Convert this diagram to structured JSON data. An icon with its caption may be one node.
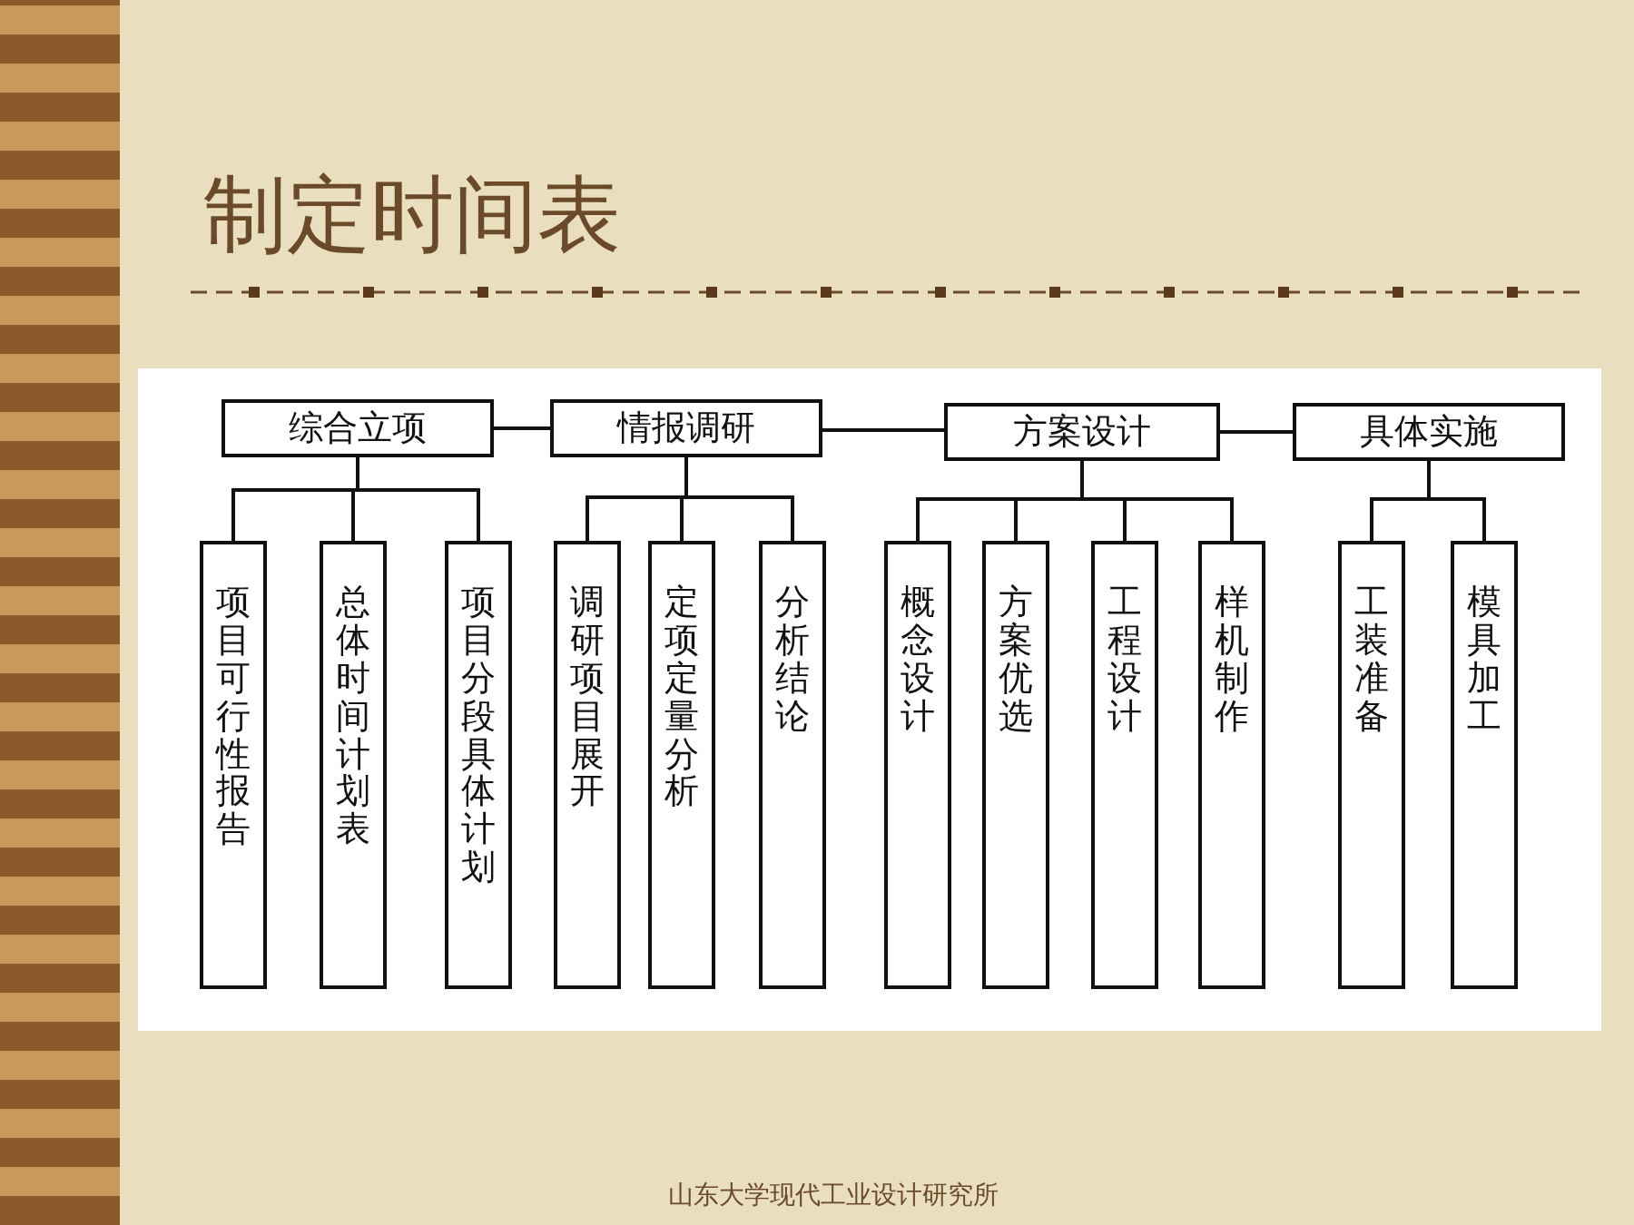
{
  "diagram": {
    "title": "制定时间表",
    "nodes": [
      {
        "text": [
          "综合立项"
        ]
      },
      {
        "text": [
          "情报调研"
        ]
      },
      {
        "text": [
          "方案设计"
        ]
      },
      {
        "text": [
          "具体实施"
        ]
      },
      {
        "text": [
          "项目可行性报告"
        ]
      },
      {
        "text": [
          "总体时间计划表"
        ]
      },
      {
        "text": [
          "项目分段具体计划"
        ]
      },
      {
        "text": [
          "调研项目展开"
        ]
      },
      {
        "text": [
          "定项定量分析"
        ]
      },
      {
        "text": [
          "分析结论"
        ]
      },
      {
        "text": [
          "概念设计"
        ]
      },
      {
        "text": [
          "方案优选"
        ]
      },
      {
        "text": [
          "工程设计"
        ]
      },
      {
        "text": [
          "样机制作"
        ]
      },
      {
        "text": [
          "工装准备"
        ]
      },
      {
        "text": [
          "模具加工"
        ]
      }
    ],
    "edges": [
      {
        "from": 0,
        "to": 1,
        "arrow": "none"
      },
      {
        "from": 1,
        "to": 2,
        "arrow": "none"
      },
      {
        "from": 2,
        "to": 3,
        "arrow": "none"
      },
      {
        "from": 0,
        "to": 4,
        "arrow": "none"
      },
      {
        "from": 0,
        "to": 5,
        "arrow": "none"
      },
      {
        "from": 0,
        "to": 6,
        "arrow": "none"
      },
      {
        "from": 1,
        "to": 7,
        "arrow": "none"
      },
      {
        "from": 1,
        "to": 8,
        "arrow": "none"
      },
      {
        "from": 1,
        "to": 9,
        "arrow": "none"
      },
      {
        "from": 2,
        "to": 10,
        "arrow": "none"
      },
      {
        "from": 2,
        "to": 11,
        "arrow": "none"
      },
      {
        "from": 2,
        "to": 12,
        "arrow": "none"
      },
      {
        "from": 2,
        "to": 13,
        "arrow": "none"
      },
      {
        "from": 3,
        "to": 14,
        "arrow": "none"
      },
      {
        "from": 3,
        "to": 15,
        "arrow": "none"
      }
    ],
    "labels": [
      "山东大学现代工业设计研究所"
    ]
  }
}
